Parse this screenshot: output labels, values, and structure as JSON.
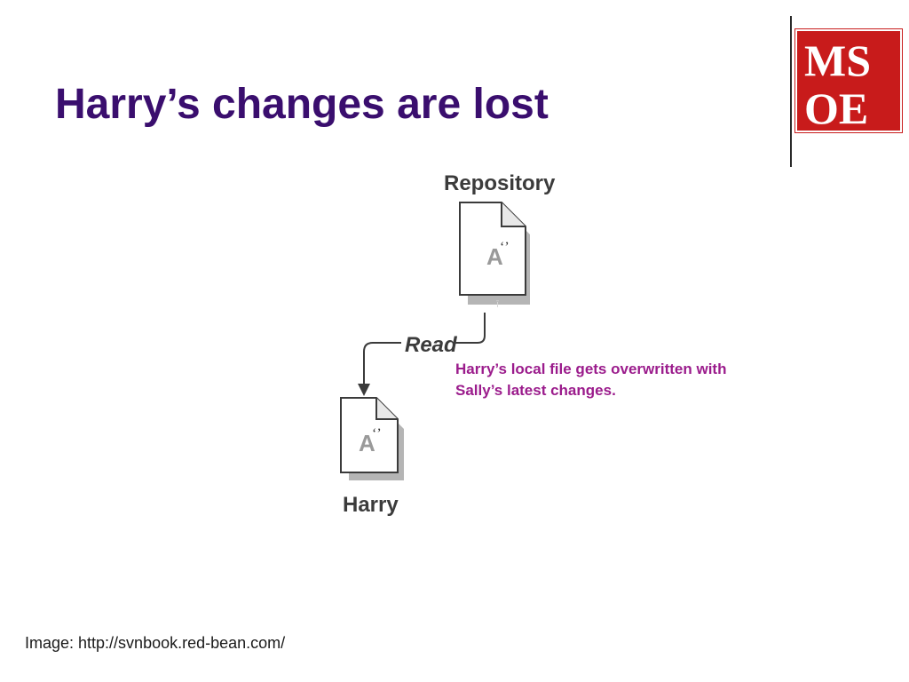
{
  "slide": {
    "title": "Harry’s changes are lost",
    "callout_line1": "Harry’s local file gets overwritten with",
    "callout_line2": "Sally’s latest changes.",
    "caption": "Image: http://svnbook.red-bean.com/"
  },
  "logo": {
    "top_text": "MSOE",
    "color": "#c81b1b"
  },
  "diagram": {
    "repository_label": "Repository",
    "read_label": "Read",
    "harry_label": "Harry",
    "repo_file_glyph": "A",
    "repo_file_mark": "‘’",
    "harry_file_glyph": "A",
    "harry_file_mark": "‘’"
  },
  "colors": {
    "title": "#3a0e6e",
    "callout": "#9b1c8c",
    "logo_red": "#c81b1b"
  }
}
